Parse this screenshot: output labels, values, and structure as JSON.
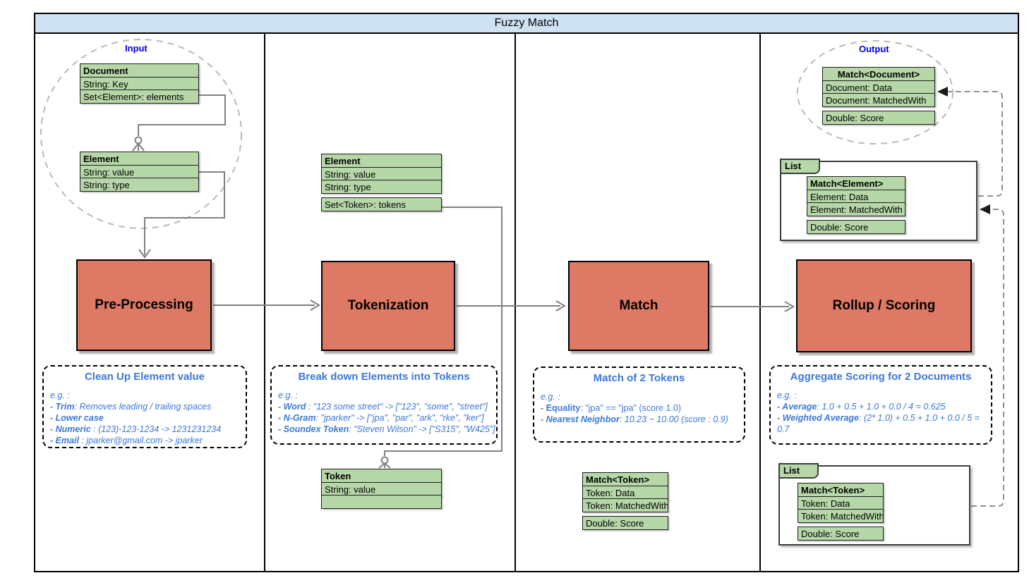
{
  "title": "Fuzzy Match",
  "labels": {
    "input": "Input",
    "output": "Output",
    "list1": "List",
    "list2": "List"
  },
  "boxes": {
    "pre_processing": "Pre-Processing",
    "tokenization": "Tokenization",
    "match": "Match",
    "rollup": "Rollup / Scoring"
  },
  "tables": {
    "document": {
      "header": "Document",
      "rows": [
        "String: Key",
        "Set<Element>: elements"
      ]
    },
    "element_input": {
      "header": "Element",
      "rows": [
        "String: value",
        "String: type"
      ]
    },
    "element_tokens": {
      "header": "Element",
      "rows": [
        "String: value",
        "String: type"
      ],
      "tokens_row": "Set<Token>: tokens"
    },
    "token": {
      "header": "Token",
      "rows": [
        "String: value",
        ""
      ]
    },
    "match_token_match": {
      "header": "Match<Token>",
      "rows": [
        "Token: Data",
        "Token: MatchedWith"
      ],
      "score_row": "Double: Score"
    },
    "match_document": {
      "header": "Match<Document>",
      "rows": [
        "Document: Data",
        "Document: MatchedWith"
      ],
      "score_row": "Double: Score"
    },
    "match_element": {
      "header": "Match<Element>",
      "rows": [
        "Element: Data",
        "Element: MatchedWith"
      ],
      "score_row": "Double: Score"
    },
    "match_token_list": {
      "header": "Match<Token>",
      "rows": [
        "Token: Data",
        "Token: MatchedWith"
      ],
      "score_row": "Double: Score"
    }
  },
  "notes": {
    "clean_up": {
      "title": "Clean Up Element value",
      "eg": "e.g. :",
      "lines": [
        {
          "b": "- Trim",
          "r": ": Removes leading / trailing spaces"
        },
        {
          "b": "- Lower case",
          "r": ""
        },
        {
          "b": "- Numeric",
          "r": " : (123)-123-1234 -> 1231231234"
        },
        {
          "b": "- Email",
          "r": " : jparker@gmail.com -> jparker"
        }
      ]
    },
    "break_down": {
      "title": "Break down Elements into Tokens",
      "eg": "e.g. :",
      "lines": [
        {
          "b": "- Word",
          "r": " : \"123 some street\" -> [\"123\", \"some\", \"street\"]"
        },
        {
          "b": "- N-Gram",
          "r": ": \"jparker\" -> [\"jpa\", \"par\", \"ark\", \"rke\", \"ker\"]"
        },
        {
          "b": "- Soundex Token",
          "r": ": \"Steven Wilson\" ->  [\"S315\", \"W425\"]"
        }
      ]
    },
    "match2": {
      "title": "Match of 2 Tokens",
      "eg": "e.g. :",
      "lines": [
        {
          "b": "- Equality",
          "r": ": \"jpa\" == \"jpa\" (score 1.0)"
        },
        {
          "b": "- Nearest Neighbor",
          "r": ": 10.23 ~ 10.00 (score : 0.9)"
        }
      ]
    },
    "aggregate": {
      "title": "Aggregate Scoring for 2 Documents",
      "eg": "e.g. :",
      "lines": [
        {
          "b": "- Average",
          "r": ":  1.0 + 0.5 + 1.0 + 0.0 / 4 = 0.625"
        },
        {
          "b": "- Weighted Average",
          "r": ": (2* 1.0) + 0.5 + 1.0 + 0.0 / 5 = 0.7"
        }
      ]
    }
  },
  "colors": {
    "table_green": "#b6d7a8",
    "process_red": "#dd7964",
    "title_band_blue": "#cfe2f3",
    "zone_label_blue": "#0000ee",
    "note_text_blue": "#3c78d8",
    "connector_gray": "#808080"
  }
}
